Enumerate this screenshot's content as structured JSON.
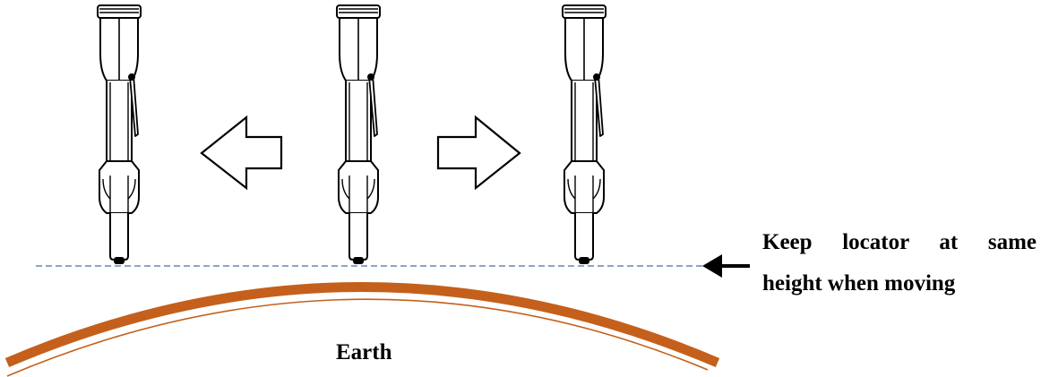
{
  "annotation": {
    "line1": "Keep locator at same",
    "line2": "height when moving"
  },
  "earth_label": "Earth",
  "colors": {
    "earth": "#c4601c",
    "reference_line": "#4a6fa5",
    "outline": "#000000"
  },
  "icons": [
    "locator-probe",
    "arrow-left-outline",
    "arrow-right-outline",
    "arrow-solid-left"
  ]
}
